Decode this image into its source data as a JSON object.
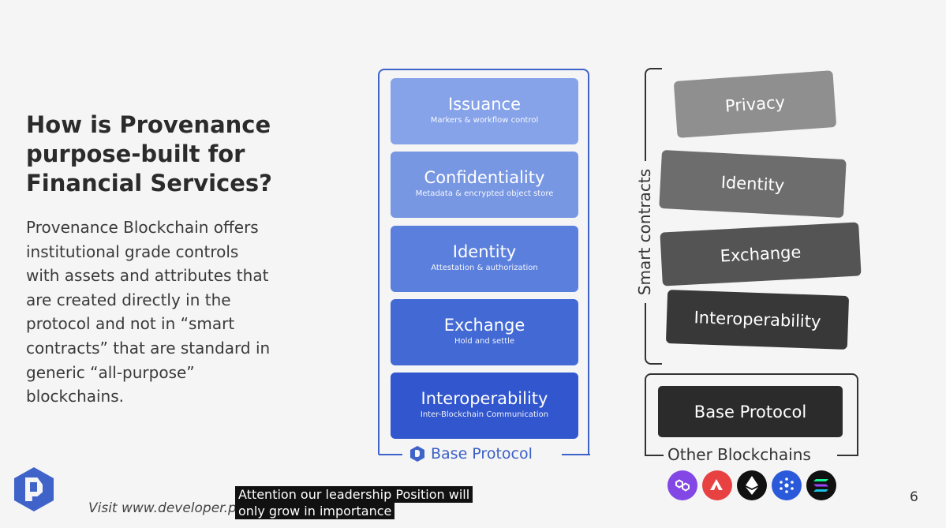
{
  "slide": {
    "title": "How is Provenance\npurpose-built for\nFinancial Services?",
    "body": "Provenance Blockchain offers\ninstitutional grade controls\nwith assets and attributes that\nare created directly in the\nprotocol and not in “smart\ncontracts” that are standard in\ngeneric “all-purpose”\nblockchains.",
    "page_number": "6",
    "visit_text": "Visit www.developer.p"
  },
  "provenance_stack": {
    "label": "Base Protocol",
    "blocks": [
      {
        "name": "Issuance",
        "sub": "Markers & workflow control",
        "color": "#86a3e9"
      },
      {
        "name": "Confidentiality",
        "sub": "Metadata & encrypted object store",
        "color": "#7897e3"
      },
      {
        "name": "Identity",
        "sub": "Attestation & authorization",
        "color": "#5b7fdc"
      },
      {
        "name": "Exchange",
        "sub": "Hold and settle",
        "color": "#4269d4"
      },
      {
        "name": "Interoperability",
        "sub": "Inter-Blockchain Communication",
        "color": "#3156cd"
      }
    ]
  },
  "other_chains": {
    "smart_contracts_label": "Smart contracts",
    "contracts": [
      {
        "name": "Privacy",
        "color": "#8f8f8f"
      },
      {
        "name": "Identity",
        "color": "#6d6d6d"
      },
      {
        "name": "Exchange",
        "color": "#545454"
      },
      {
        "name": "Interoperability",
        "color": "#383838"
      }
    ],
    "base_protocol": "Base Protocol",
    "label": "Other Blockchains"
  },
  "chain_icons": [
    "polygon-icon",
    "avalanche-icon",
    "ethereum-icon",
    "cardano-icon",
    "solana-icon"
  ],
  "caption": {
    "line1": "Attention our leadership Position will",
    "line2": "only grow in importance"
  }
}
